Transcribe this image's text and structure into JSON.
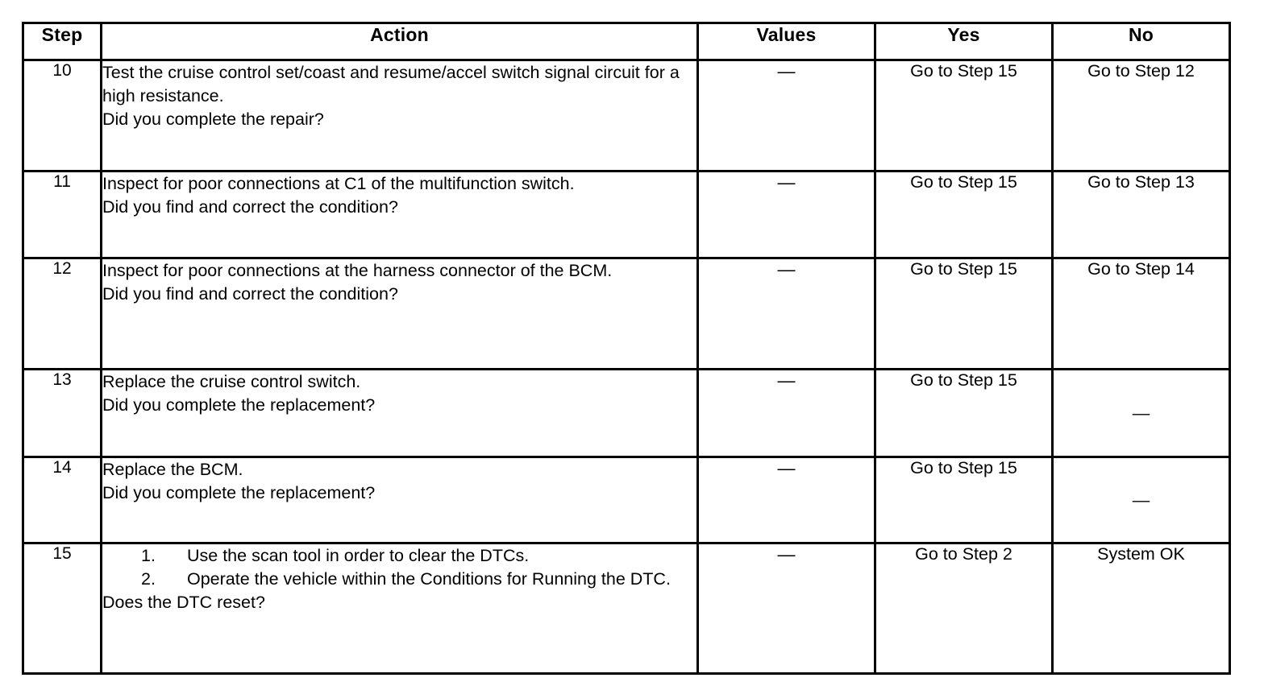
{
  "table": {
    "headers": {
      "step": "Step",
      "action": "Action",
      "values": "Values",
      "yes": "Yes",
      "no": "No"
    },
    "rows": [
      {
        "step": "10",
        "action_lead": "Test the cruise control set/coast and resume/accel switch signal circuit for a high resistance.",
        "action_question": "Did you complete the repair?",
        "values": "—",
        "yes": "Go to Step 15",
        "no": "Go to Step 12"
      },
      {
        "step": "11",
        "action_lead": "Inspect for poor connections at C1 of the multifunction switch.",
        "action_question": "Did you find and correct the condition?",
        "values": "—",
        "yes": "Go to Step 15",
        "no": "Go to Step 13"
      },
      {
        "step": "12",
        "action_lead": "Inspect for poor connections at the harness connector of the BCM.",
        "action_question": "Did you find and correct the condition?",
        "values": "—",
        "yes": "Go to Step 15",
        "no": "Go to Step 14"
      },
      {
        "step": "13",
        "action_lead": "Replace the cruise control switch.",
        "action_question": "Did you complete the replacement?",
        "values": "—",
        "yes": "Go to Step 15",
        "no": "—"
      },
      {
        "step": "14",
        "action_lead": "Replace the BCM.",
        "action_question": "Did you complete the replacement?",
        "values": "—",
        "yes": "Go to Step 15",
        "no": "—"
      },
      {
        "step": "15",
        "action_list": [
          {
            "num": "1.",
            "text": "Use the scan tool in order to clear the DTCs."
          },
          {
            "num": "2.",
            "text": "Operate the vehicle within the Conditions for Running the DTC."
          }
        ],
        "action_question": "Does the DTC reset?",
        "values": "—",
        "yes": "Go to Step 2",
        "no": "System OK"
      }
    ]
  }
}
